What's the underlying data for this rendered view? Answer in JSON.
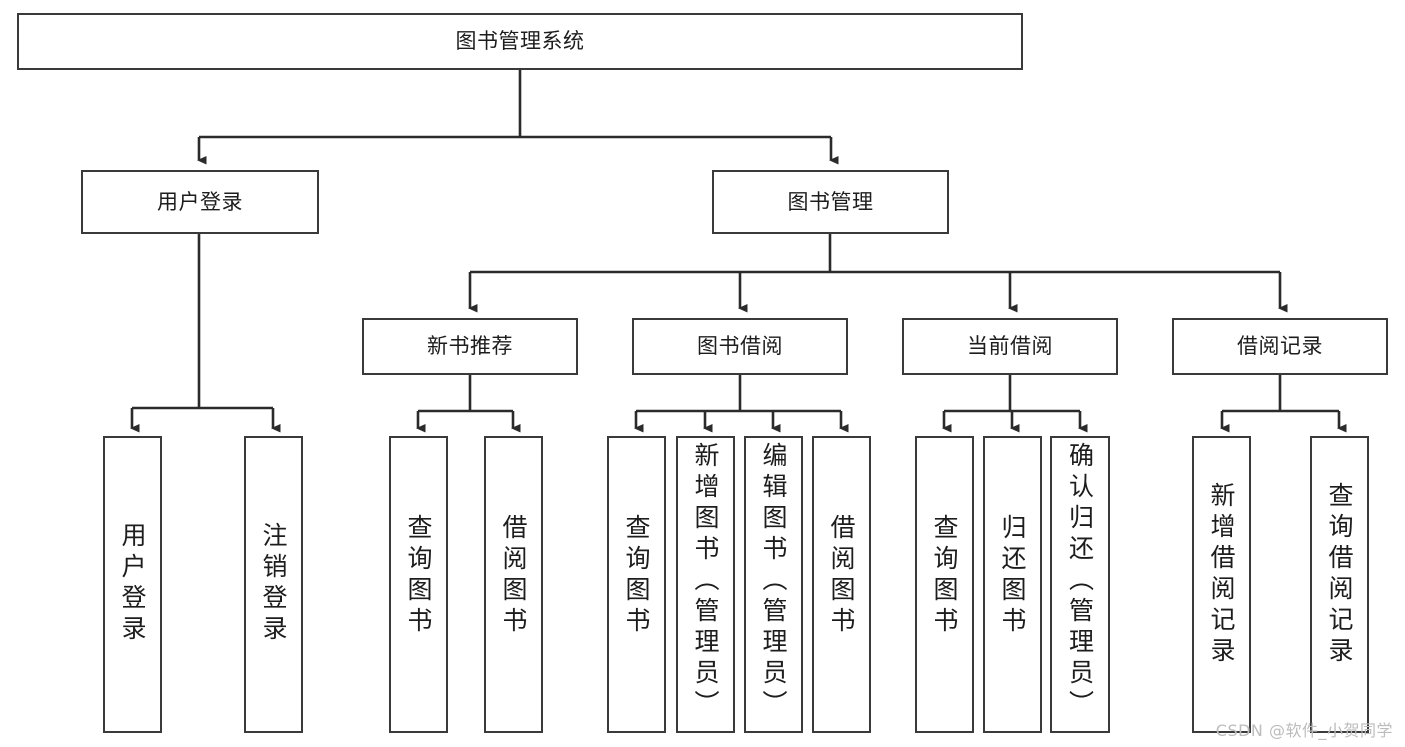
{
  "diagram": {
    "title": "图书管理系统",
    "type": "tree",
    "watermark": "CSDN @软件_小贺同学",
    "root": {
      "id": "root",
      "label": "图书管理系统",
      "orientation": "horizontal"
    },
    "level2": [
      {
        "id": "user-login",
        "label": "用户登录",
        "orientation": "horizontal"
      },
      {
        "id": "book-management",
        "label": "图书管理",
        "orientation": "horizontal"
      }
    ],
    "level3": [
      {
        "id": "new-book-recommend",
        "label": "新书推荐",
        "orientation": "horizontal",
        "parent": "book-management"
      },
      {
        "id": "book-borrow",
        "label": "图书借阅",
        "orientation": "horizontal",
        "parent": "book-management"
      },
      {
        "id": "current-borrow",
        "label": "当前借阅",
        "orientation": "horizontal",
        "parent": "book-management"
      },
      {
        "id": "borrow-record",
        "label": "借阅记录",
        "orientation": "horizontal",
        "parent": "book-management"
      }
    ],
    "leaves": [
      {
        "id": "leaf-user-login",
        "label": "用户登录",
        "orientation": "vertical",
        "parent": "user-login"
      },
      {
        "id": "leaf-user-logout",
        "label": "注销登录",
        "orientation": "vertical",
        "parent": "user-login"
      },
      {
        "id": "leaf-query-book-1",
        "label": "查询图书",
        "orientation": "vertical",
        "parent": "new-book-recommend"
      },
      {
        "id": "leaf-borrow-book-1",
        "label": "借阅图书",
        "orientation": "vertical",
        "parent": "new-book-recommend"
      },
      {
        "id": "leaf-query-book-2",
        "label": "查询图书",
        "orientation": "vertical",
        "parent": "book-borrow"
      },
      {
        "id": "leaf-add-book",
        "label": "新增图书（管理员）",
        "orientation": "vertical",
        "parent": "book-borrow"
      },
      {
        "id": "leaf-edit-book",
        "label": "编辑图书（管理员）",
        "orientation": "vertical",
        "parent": "book-borrow"
      },
      {
        "id": "leaf-borrow-book-2",
        "label": "借阅图书",
        "orientation": "vertical",
        "parent": "book-borrow"
      },
      {
        "id": "leaf-query-book-3",
        "label": "查询图书",
        "orientation": "vertical",
        "parent": "current-borrow"
      },
      {
        "id": "leaf-return-book",
        "label": "归还图书",
        "orientation": "vertical",
        "parent": "current-borrow"
      },
      {
        "id": "leaf-confirm-return",
        "label": "确认归还（管理员）",
        "orientation": "vertical",
        "parent": "current-borrow"
      },
      {
        "id": "leaf-add-record",
        "label": "新增借阅记录",
        "orientation": "vertical",
        "parent": "borrow-record"
      },
      {
        "id": "leaf-query-record",
        "label": "查询借阅记录",
        "orientation": "vertical",
        "parent": "borrow-record"
      }
    ],
    "colors": {
      "border": "#3a3a3a",
      "text": "#1d1d1d",
      "background": "#ffffff",
      "connector": "#2b2b2b",
      "watermark": "#bcbcbc"
    }
  }
}
